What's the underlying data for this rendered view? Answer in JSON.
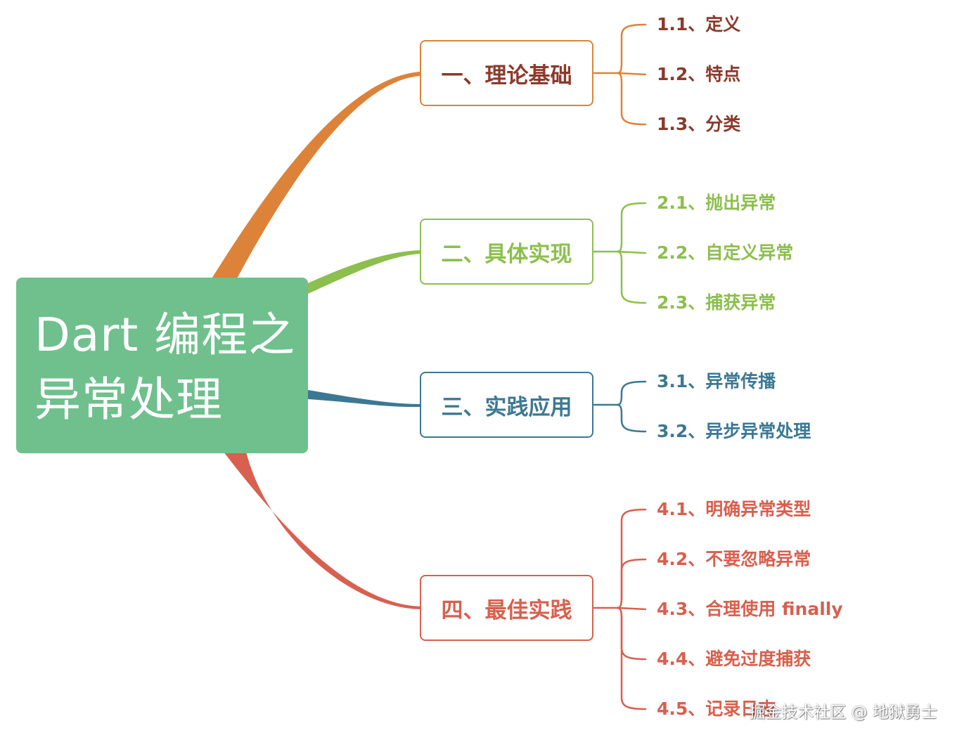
{
  "root": {
    "line1": "Dart 编程之",
    "line2": "异常处理",
    "color": "#6fc08d"
  },
  "branches": [
    {
      "label": "一、理论基础",
      "color": "#dc8339",
      "text_color": "#8b3a2b",
      "leaves": [
        "1.1、定义",
        "1.2、特点",
        "1.3、分类"
      ]
    },
    {
      "label": "二、具体实现",
      "color": "#8cbf4e",
      "text_color": "#8cbf4e",
      "leaves": [
        "2.1、抛出异常",
        "2.2、自定义异常",
        "2.3、捕获异常"
      ]
    },
    {
      "label": "三、实践应用",
      "color": "#3c7893",
      "text_color": "#3c7893",
      "leaves": [
        "3.1、异常传播",
        "3.2、异步异常处理"
      ]
    },
    {
      "label": "四、最佳实践",
      "color": "#d7604f",
      "text_color": "#d7604f",
      "leaves": [
        "4.1、明确异常类型",
        "4.2、不要忽略异常",
        "4.3、合理使用 finally",
        "4.4、避免过度捕获",
        "4.5、记录日志"
      ]
    }
  ],
  "watermark": "掘金技术社区 @ 地狱勇士"
}
